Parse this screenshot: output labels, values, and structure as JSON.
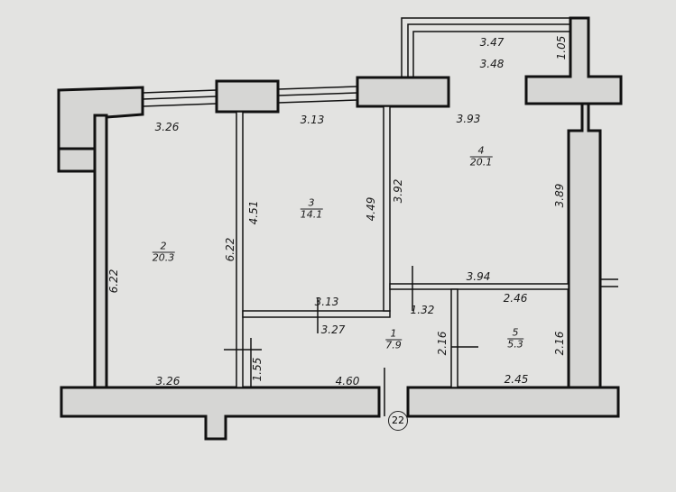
{
  "plan": {
    "rooms": [
      {
        "number": "1",
        "area": "7.9"
      },
      {
        "number": "2",
        "area": "20.3"
      },
      {
        "number": "3",
        "area": "14.1"
      },
      {
        "number": "4",
        "area": "20.1"
      },
      {
        "number": "5",
        "area": "5.3"
      }
    ],
    "dimensions": {
      "room2_top": "3.26",
      "room2_bottom": "3.26",
      "room2_left": "6.22",
      "room2_right": "6.22",
      "room3_top": "3.13",
      "room3_bottom": "3.13",
      "room3_left": "4.51",
      "room3_right": "4.49",
      "room4_top": "3.93",
      "room4_left": "3.92",
      "room4_right": "3.89",
      "room4_bottom": "3.94",
      "balcony_a": "3.47",
      "balcony_b": "3.48",
      "balcony_side": "1.05",
      "hall_top": "3.27",
      "hall_bottom": "4.60",
      "hall_left": "1.55",
      "hall_mid": "1.32",
      "hall_right": "2.16",
      "room5_top": "2.46",
      "room5_bottom": "2.45",
      "room5_right": "2.16"
    },
    "axis_marker": "22"
  }
}
